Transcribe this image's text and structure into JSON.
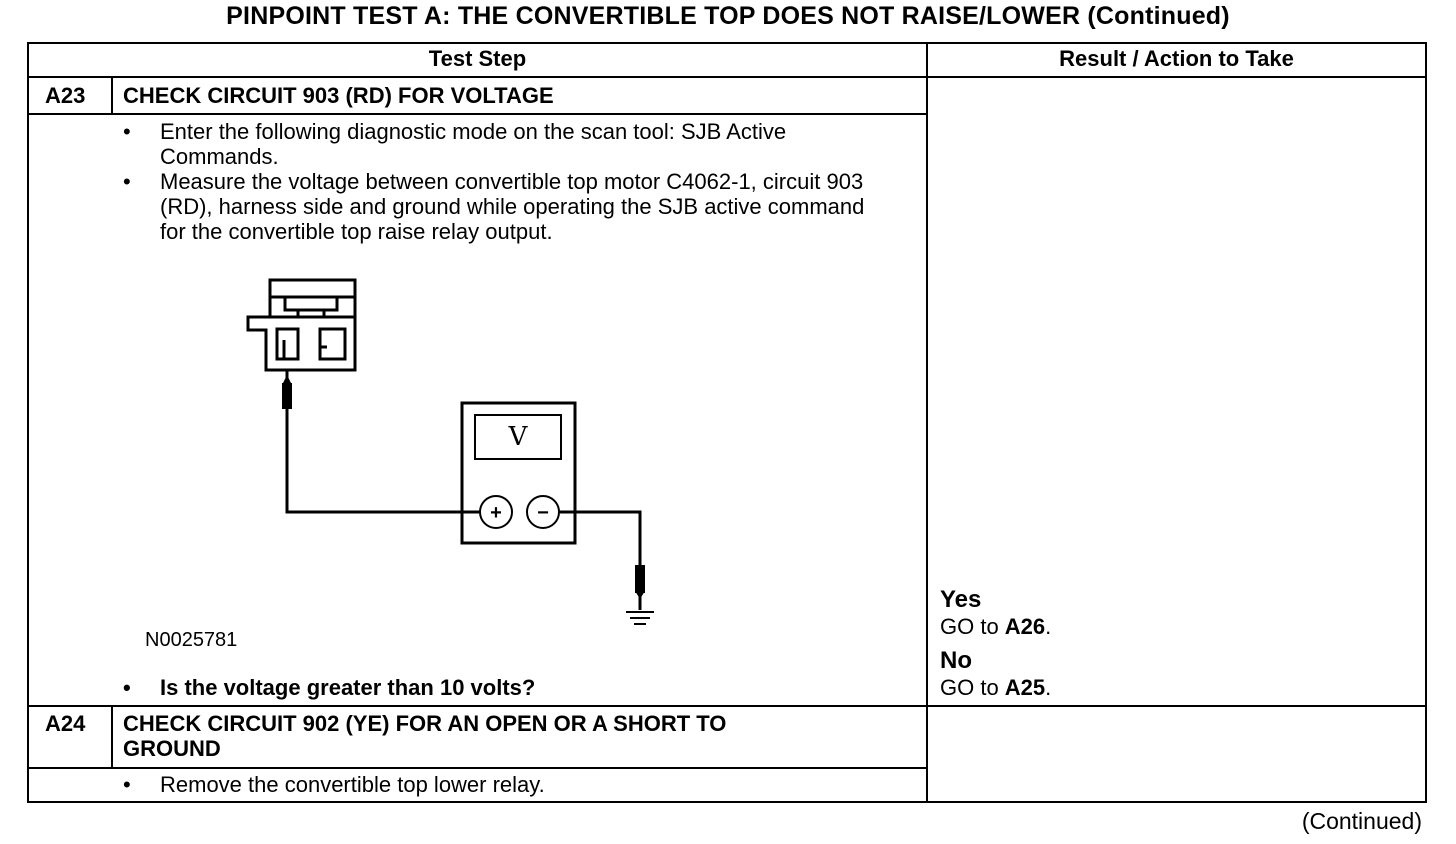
{
  "title": "PINPOINT TEST  A: THE CONVERTIBLE TOP DOES NOT RAISE/LOWER (Continued)",
  "table": {
    "headers": {
      "test_step": "Test Step",
      "result": "Result / Action to Take"
    },
    "steps": [
      {
        "id": "A23",
        "heading": "CHECK CIRCUIT 903 (RD) FOR VOLTAGE",
        "bullets": [
          "Enter the following diagnostic mode on the scan tool: SJB Active Commands.",
          "Measure the voltage between convertible top motor C4062-1, circuit 903 (RD), harness side and ground while operating the SJB active command for the convertible top raise relay output."
        ],
        "figure_id": "N0025781",
        "meter_label": "V",
        "plus": "+",
        "minus": "−",
        "question": "Is the voltage greater than 10 volts?",
        "results": {
          "yes_label": "Yes",
          "yes_action_prefix": "GO to ",
          "yes_target": "A26",
          "no_label": "No",
          "no_action_prefix": "GO to ",
          "no_target": "A25",
          "period": "."
        }
      },
      {
        "id": "A24",
        "heading_line1": "CHECK CIRCUIT 902 (YE) FOR AN OPEN OR A SHORT TO",
        "heading_line2": "GROUND",
        "bullets": [
          "Remove the convertible top lower relay."
        ]
      }
    ]
  },
  "footer": "(Continued)"
}
